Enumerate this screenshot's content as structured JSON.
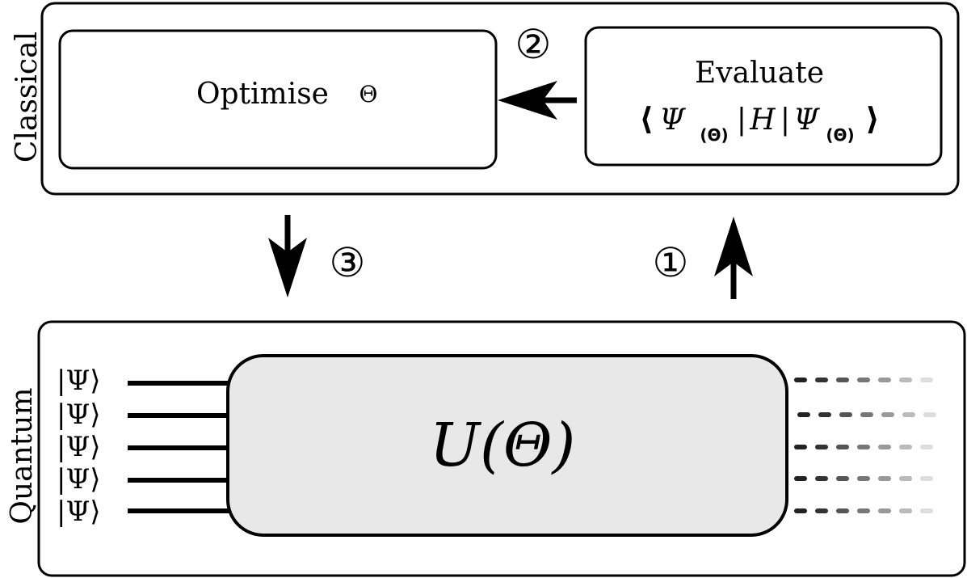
{
  "classical": {
    "side_label": "Classical",
    "optimise_label": "Optimise",
    "optimise_symbol": "Θ",
    "evaluate_label": "Evaluate",
    "expect": {
      "open": "⟨",
      "psi": "Ψ",
      "sub": "(Θ)",
      "bar": "|",
      "h": "H",
      "close": "⟩"
    }
  },
  "steps": {
    "one": "①",
    "two": "②",
    "three": "③"
  },
  "quantum": {
    "side_label": "Quantum",
    "unitary_label": "U(Θ)",
    "ket_label": "|Ψ⟩",
    "box_fill": "#e8e8e8"
  }
}
